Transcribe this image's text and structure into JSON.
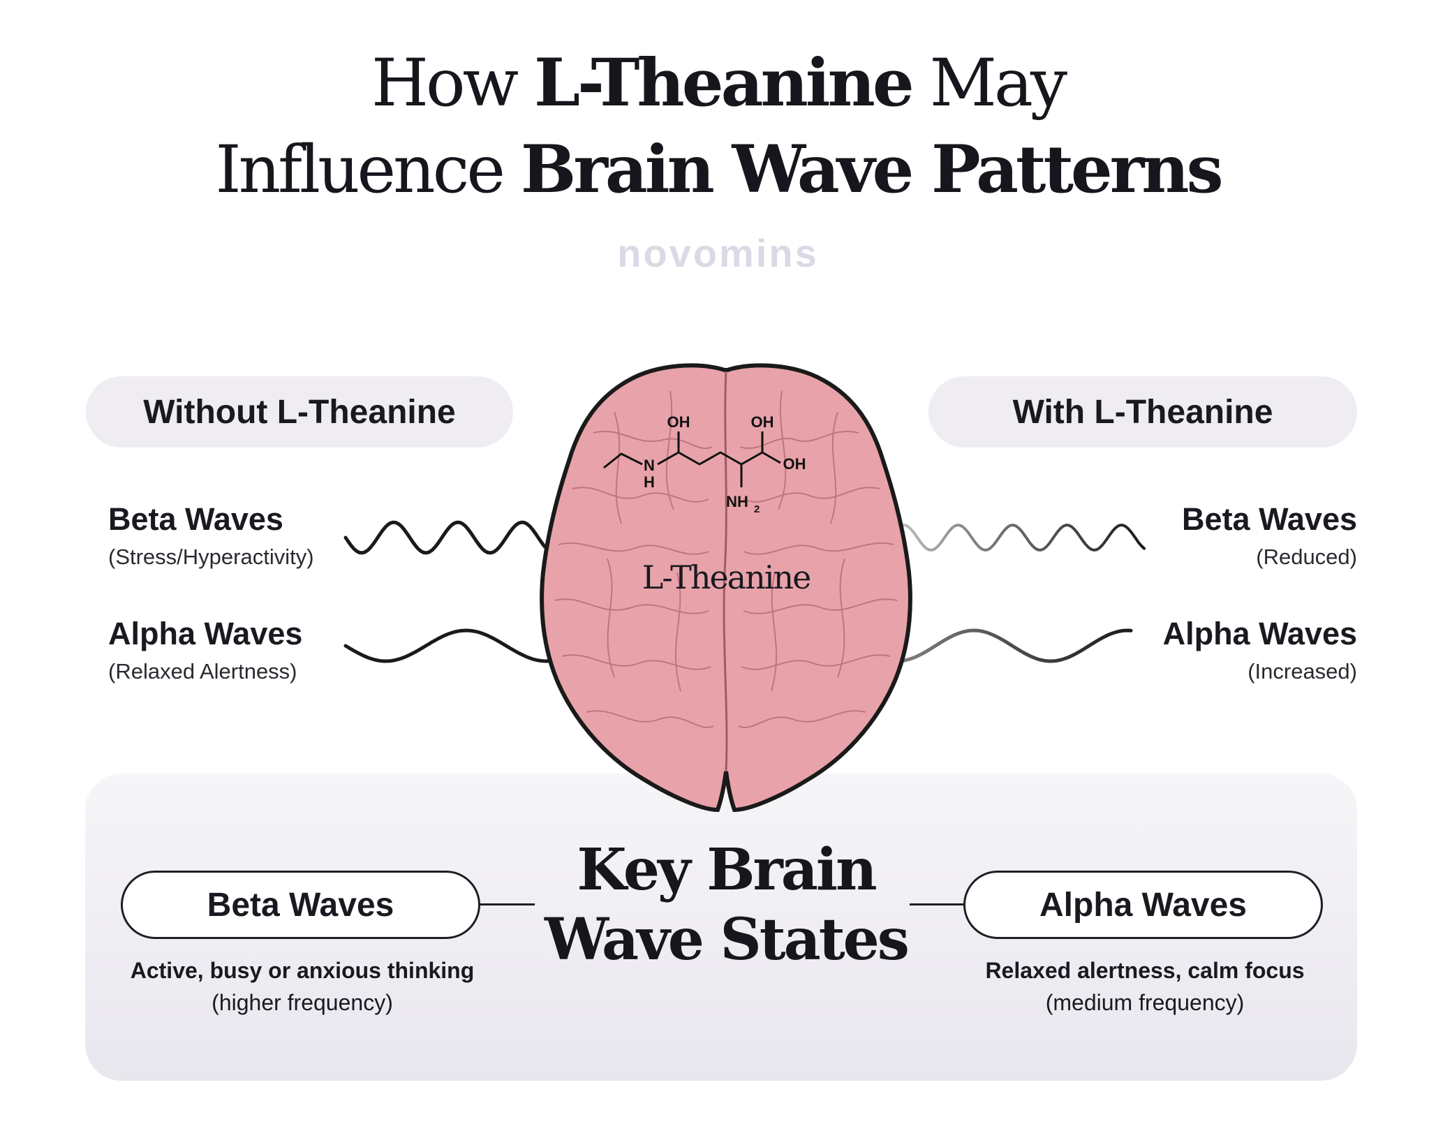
{
  "title": {
    "line1": {
      "light1": "How ",
      "bold": "L-Theanine",
      "light2": " May"
    },
    "line2": {
      "light": "Influence ",
      "bold": "Brain Wave Patterns"
    }
  },
  "logo": "novomins",
  "without": {
    "heading": "Without L-Theanine",
    "beta_label": "Beta Waves",
    "beta_note": "(Stress/Hyperactivity)",
    "alpha_label": "Alpha Waves",
    "alpha_note": "(Relaxed Alertness)"
  },
  "with": {
    "heading": "With L-Theanine",
    "beta_label": "Beta Waves",
    "beta_note": "(Reduced)",
    "alpha_label": "Alpha Waves",
    "alpha_note": "(Increased)"
  },
  "molecule": {
    "label": "L-Theanine",
    "groups": [
      "OH",
      "OH",
      "OH",
      "N",
      "H",
      "NH",
      "2"
    ]
  },
  "key_states": {
    "title_line1": "Key Brain",
    "title_line2": "Wave States",
    "beta": {
      "label": "Beta Waves",
      "description": "Active, busy or anxious thinking",
      "frequency": "(higher frequency)"
    },
    "alpha": {
      "label": "Alpha Waves",
      "description": "Relaxed alertness, calm focus",
      "frequency": "(medium frequency)"
    }
  },
  "colors": {
    "brain_fill": "#e8a3aa",
    "brain_stroke": "#1a1a1a",
    "pill_bg": "#efedf2",
    "logo": "#ddd8e6",
    "text": "#1a1920"
  }
}
